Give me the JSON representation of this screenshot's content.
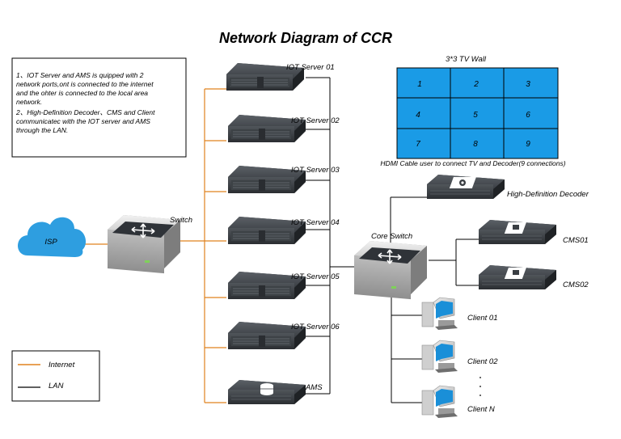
{
  "title": "Network Diagram of CCR",
  "note": {
    "lines": [
      "1、IOT Server and AMS is quipped with 2",
      "network ports,ont is connected to the internet",
      "and the ohter is connected to the local area",
      "network.",
      "2、High-Definition Decoder、CMS and Client",
      "communicatec with the IOT server and AMS",
      "through the LAN."
    ]
  },
  "tv_wall": {
    "title": "3*3  TV Wall",
    "cells": [
      "1",
      "2",
      "3",
      "4",
      "5",
      "6",
      "7",
      "8",
      "9"
    ],
    "caption": "HDMI Cable user to connect TV and Decoder(9 connections)"
  },
  "nodes": {
    "isp": "ISP",
    "switch": "Switch",
    "core_switch": "Core Switch",
    "servers": [
      "IOT Server 01",
      "IOT Server 02",
      "IOT Server 03",
      "IOT Server 04",
      "IOT Server 05",
      "IOT Server 06"
    ],
    "ams": "AMS",
    "decoder": "High-Definition Decoder",
    "cms": [
      "CMS01",
      "CMS02"
    ],
    "clients": [
      "Client 01",
      "Client 02",
      "Client N"
    ],
    "ellipsis": "·\n·\n·"
  },
  "legend": {
    "internet": "Internet",
    "lan": "LAN"
  },
  "colors": {
    "internet_line": "#e0821f",
    "lan_line": "#000000",
    "cloud": "#2e9ee0",
    "tv_cell": "#1a9be6",
    "device_dark": "#2e3135"
  }
}
